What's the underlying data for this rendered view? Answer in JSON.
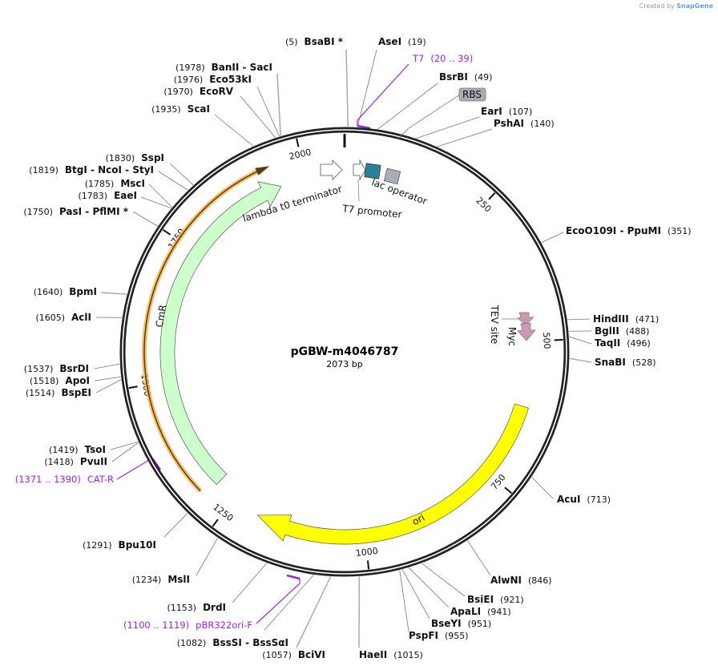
{
  "credit": {
    "prefix": "Created by",
    "brand": "SnapGene"
  },
  "plasmid": {
    "name": "pGBW-m4046787",
    "length": "2073 bp"
  },
  "ticks": [
    250,
    500,
    750,
    1000,
    1250,
    1500,
    1750,
    2000
  ],
  "enzymes": [
    {
      "name": "BsaBI *",
      "pos": "(5)"
    },
    {
      "name": "AseI",
      "pos": "(19)"
    },
    {
      "name": "BsrBI",
      "pos": "(49)"
    },
    {
      "name": "EarI",
      "pos": "(107)"
    },
    {
      "name": "PshAI",
      "pos": "(140)"
    },
    {
      "name": "EcoO109I  - PpuMI",
      "pos": "(351)"
    },
    {
      "name": "HindIII",
      "pos": "(471)"
    },
    {
      "name": "BglII",
      "pos": "(488)"
    },
    {
      "name": "TaqII",
      "pos": "(496)"
    },
    {
      "name": "SnaBI",
      "pos": "(528)"
    },
    {
      "name": "AcuI",
      "pos": "(713)"
    },
    {
      "name": "AlwNI",
      "pos": "(846)"
    },
    {
      "name": "BsiEI",
      "pos": "(921)"
    },
    {
      "name": "ApaLI",
      "pos": "(941)"
    },
    {
      "name": "BseYI",
      "pos": "(951)"
    },
    {
      "name": "PspFI",
      "pos": "(955)"
    },
    {
      "name": "HaeII",
      "pos": "(1015)"
    },
    {
      "name": "BciVI",
      "pos": "(1057)"
    },
    {
      "name": "BssSI  - BssSαI",
      "pos": "(1082)"
    },
    {
      "name": "DrdI",
      "pos": "(1153)"
    },
    {
      "name": "MslI",
      "pos": "(1234)"
    },
    {
      "name": "Bpu10I",
      "pos": "(1291)"
    },
    {
      "name": "PvuII",
      "pos": "(1418)"
    },
    {
      "name": "TsoI",
      "pos": "(1419)"
    },
    {
      "name": "BspEI",
      "pos": "(1514)"
    },
    {
      "name": "ApoI",
      "pos": "(1518)"
    },
    {
      "name": "BsrDI",
      "pos": "(1537)"
    },
    {
      "name": "AclI",
      "pos": "(1605)"
    },
    {
      "name": "BpmI",
      "pos": "(1640)"
    },
    {
      "name": "PasI  - PflMI *",
      "pos": "(1750)"
    },
    {
      "name": "EaeI",
      "pos": "(1783)"
    },
    {
      "name": "MscI",
      "pos": "(1785)"
    },
    {
      "name": "BtgI  - NcoI  - StyI",
      "pos": "(1819)"
    },
    {
      "name": "SspI",
      "pos": "(1830)"
    },
    {
      "name": "ScaI",
      "pos": "(1935)"
    },
    {
      "name": "EcoRV",
      "pos": "(1970)"
    },
    {
      "name": "Eco53kI",
      "pos": "(1976)"
    },
    {
      "name": "BanII  - SacI",
      "pos": "(1978)"
    }
  ],
  "primers": [
    {
      "name": "T7",
      "range": "(20 .. 39)"
    },
    {
      "name": "pBR322ori-F",
      "range": "(1100 .. 1119)"
    },
    {
      "name": "CAT-R",
      "range": "(1371 .. 1390)"
    }
  ],
  "features": {
    "ori": "ori",
    "cmr": "CmR",
    "lambda": "lambda t0 terminator",
    "t7promoter": "T7 promoter",
    "lacop": "lac operator",
    "rbs": "RBS",
    "myc": "Myc",
    "tev": "TEV site"
  },
  "colors": {
    "ori": "#ffff00",
    "cmr": "#ccffcc",
    "lacop": "#2e7f99",
    "rbs": "#a8adb4",
    "myc": "#cc99b2",
    "primer": "#a020f0",
    "orange": "#f5b041"
  }
}
